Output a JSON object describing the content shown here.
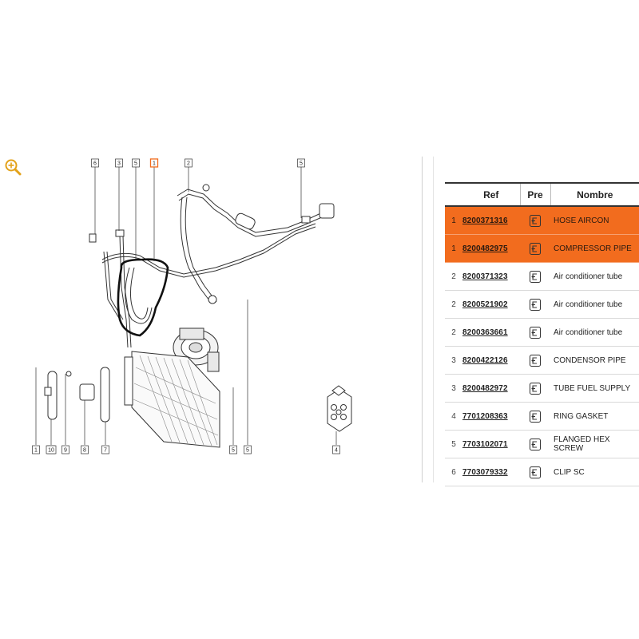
{
  "diagram": {
    "zoom_icon": "zoom-in-icon",
    "callouts": [
      "6",
      "3",
      "5",
      "1",
      "2",
      "5",
      "5",
      "5",
      "1",
      "9",
      "8",
      "7",
      "4",
      "5",
      "10"
    ]
  },
  "table": {
    "headers": {
      "qty": "",
      "ref": "Ref",
      "pre": "Pre",
      "name": "Nombre"
    },
    "rows": [
      {
        "qty": "1",
        "ref": "8200371316",
        "name": "HOSE AIRCON",
        "selected": true
      },
      {
        "qty": "1",
        "ref": "8200482975",
        "name": "COMPRESSOR PIPE",
        "selected": true
      },
      {
        "qty": "2",
        "ref": "8200371323",
        "name": "Air conditioner tube",
        "selected": false
      },
      {
        "qty": "2",
        "ref": "8200521902",
        "name": "Air conditioner tube",
        "selected": false
      },
      {
        "qty": "2",
        "ref": "8200363661",
        "name": "Air conditioner tube",
        "selected": false
      },
      {
        "qty": "3",
        "ref": "8200422126",
        "name": "CONDENSOR PIPE",
        "selected": false
      },
      {
        "qty": "3",
        "ref": "8200482972",
        "name": "TUBE FUEL SUPPLY",
        "selected": false
      },
      {
        "qty": "4",
        "ref": "7701208363",
        "name": "RING GASKET",
        "selected": false
      },
      {
        "qty": "5",
        "ref": "7703102071",
        "name": "FLANGED HEX SCREW",
        "selected": false
      },
      {
        "qty": "6",
        "ref": "7703079332",
        "name": "CLIP SC",
        "selected": false
      }
    ],
    "pre_icon": "part-selection-icon",
    "selected_color": "#f26c1e"
  }
}
